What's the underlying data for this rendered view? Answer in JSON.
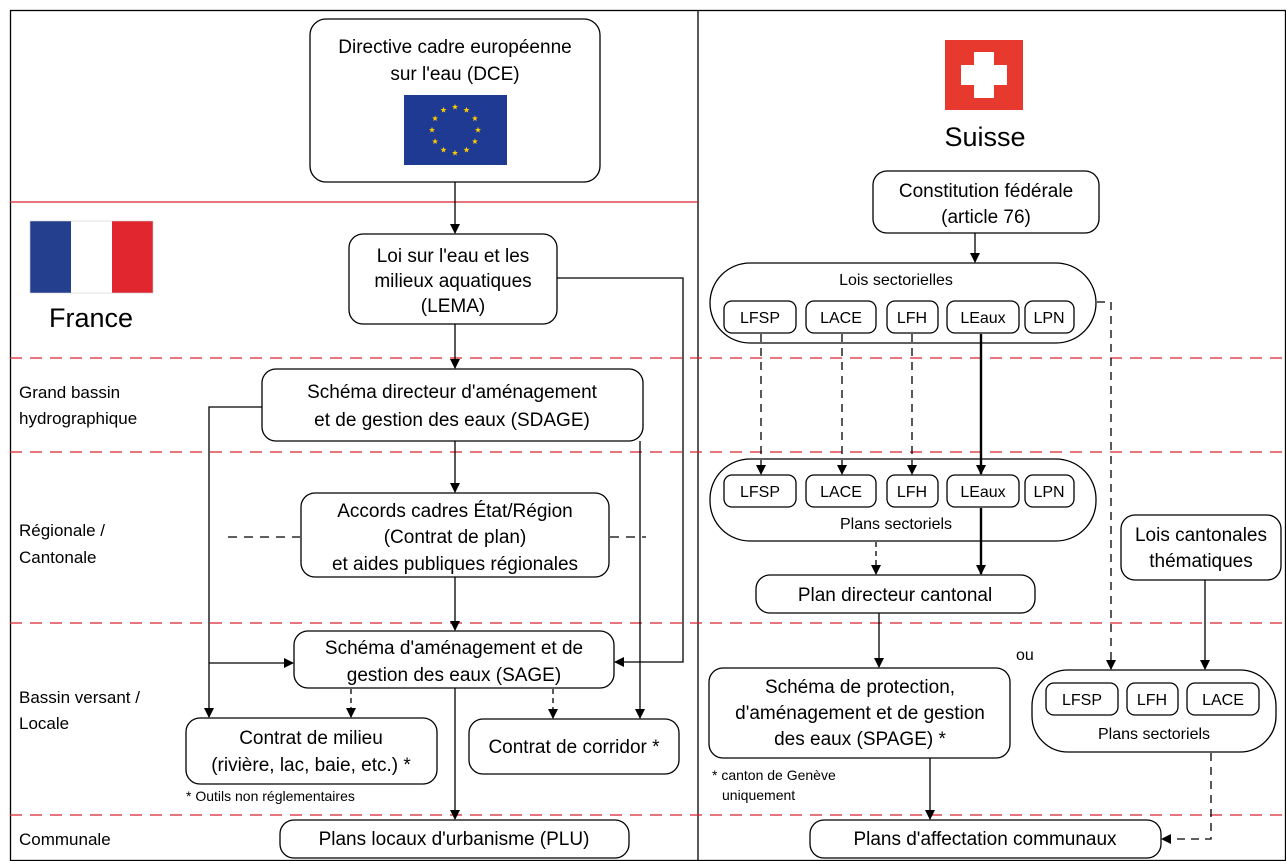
{
  "france": {
    "name": "France",
    "dce": [
      "Directive cadre européenne",
      "sur l'eau (DCE)"
    ],
    "lema": [
      "Loi sur l'eau et les",
      "milieux aquatiques",
      "(LEMA)"
    ],
    "sdage": [
      "Schéma directeur d'aménagement",
      "et de gestion des eaux (SDAGE)"
    ],
    "accords": [
      "Accords cadres État/Région",
      "(Contrat de plan)",
      "et aides publiques régionales"
    ],
    "sage": [
      "Schéma d'aménagement et de",
      "gestion des eaux (SAGE)"
    ],
    "contrat_milieu": [
      "Contrat de milieu",
      "(rivière, lac, baie, etc.) *"
    ],
    "contrat_corridor": "Contrat de corridor *",
    "plu": "Plans locaux d'urbanisme (PLU)",
    "note": "* Outils non réglementaires"
  },
  "levels": {
    "grand_bassin": [
      "Grand bassin",
      "hydrographique"
    ],
    "regionale": [
      "Régionale /",
      "Cantonale"
    ],
    "bassin_versant": [
      "Bassin versant /",
      "Locale"
    ],
    "communale": "Communale"
  },
  "suisse": {
    "name": "Suisse",
    "constitution": [
      "Constitution fédérale",
      "(article 76)"
    ],
    "lois_sectorielles": "Lois sectorielles",
    "laws": [
      "LFSP",
      "LACE",
      "LFH",
      "LEaux",
      "LPN"
    ],
    "plans_sectoriels": "Plans sectoriels",
    "lois_cantonales": [
      "Lois cantonales",
      "thématiques"
    ],
    "plan_directeur": "Plan directeur cantonal",
    "spage": [
      "Schéma de protection,",
      "d'aménagement et de gestion",
      "des eaux (SPAGE) *"
    ],
    "ou": "ou",
    "plans_sectoriels_cantonal_laws": [
      "LFSP",
      "LFH",
      "LACE"
    ],
    "plans_sectoriels_cantonal": "Plans sectoriels",
    "note": [
      "* canton de Genève",
      "uniquement"
    ],
    "plans_affectation": "Plans d'affectation communaux"
  },
  "colors": {
    "separator": "#d9232e",
    "eu_blue": "#1f3a93",
    "eu_star": "#ffcc00",
    "fr_blue": "#243f8e",
    "fr_red": "#e1262f",
    "ch_red": "#e8392e"
  },
  "icons": [
    "eu-flag-icon",
    "france-flag-icon",
    "swiss-flag-icon"
  ]
}
